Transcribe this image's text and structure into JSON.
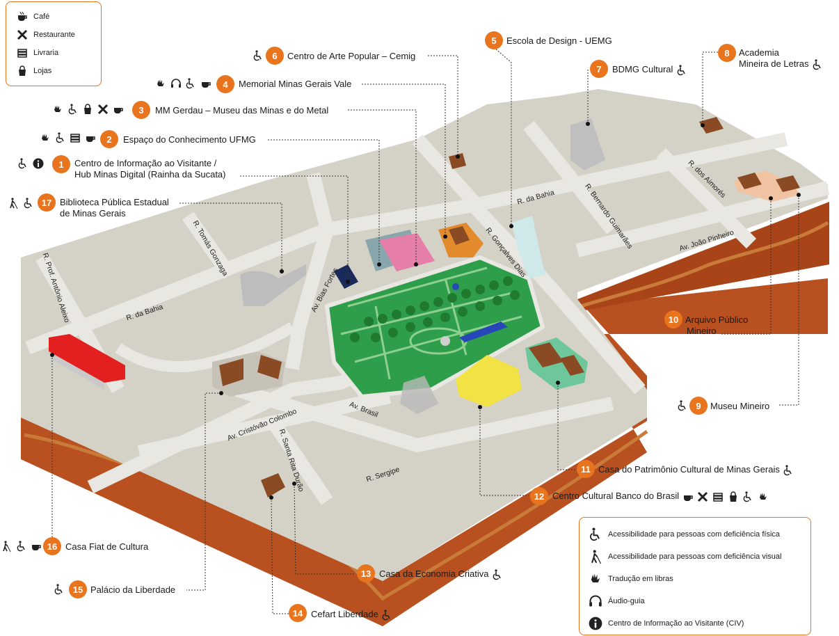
{
  "legend_top": {
    "items": [
      {
        "icon": "cafe-icon",
        "label": "Café"
      },
      {
        "icon": "restaurant-icon",
        "label": "Restaurante"
      },
      {
        "icon": "bookstore-icon",
        "label": "Livraria"
      },
      {
        "icon": "shop-icon",
        "label": "Lojas"
      }
    ]
  },
  "legend_bottom": {
    "items": [
      {
        "icon": "wheelchair-icon",
        "label": "Acessibilidade para pessoas com deficiência física"
      },
      {
        "icon": "visual-impairment-icon",
        "label": "Acessibilidade para pessoas com deficiência visual"
      },
      {
        "icon": "sign-language-icon",
        "label": "Tradução em libras"
      },
      {
        "icon": "headphones-icon",
        "label": "Áudio-guia"
      },
      {
        "icon": "info-icon",
        "label": "Centro de Informação ao Visitante (CIV)"
      }
    ]
  },
  "places": [
    {
      "n": "1",
      "line1": "Centro de Informação ao Visitante /",
      "line2": "Hub Minas Digital (Rainha da Sucata)",
      "icons": [
        "wheelchair-icon",
        "info-icon"
      ]
    },
    {
      "n": "2",
      "line1": "Espaço do Conhecimento UFMG",
      "line2": "",
      "icons": [
        "sign-language-icon",
        "wheelchair-icon",
        "bookstore-icon",
        "cafe-icon"
      ]
    },
    {
      "n": "3",
      "line1": "MM Gerdau – Museu das Minas e do Metal",
      "line2": "",
      "icons": [
        "sign-language-icon",
        "wheelchair-icon",
        "shop-icon",
        "restaurant-icon",
        "cafe-icon"
      ]
    },
    {
      "n": "4",
      "line1": "Memorial Minas Gerais Vale",
      "line2": "",
      "icons": [
        "sign-language-icon",
        "headphones-icon",
        "wheelchair-icon",
        "cafe-icon"
      ]
    },
    {
      "n": "5",
      "line1": "Escola de Design - UEMG",
      "line2": "",
      "icons": []
    },
    {
      "n": "6",
      "line1": "Centro de Arte Popular – Cemig",
      "line2": "",
      "icons": [
        "wheelchair-icon"
      ]
    },
    {
      "n": "7",
      "line1": "BDMG Cultural",
      "line2": "",
      "icons": [
        "wheelchair-icon"
      ]
    },
    {
      "n": "8",
      "line1": "Academia",
      "line2": "Mineira de Letras",
      "icons": [
        "wheelchair-icon"
      ]
    },
    {
      "n": "9",
      "line1": "Museu Mineiro",
      "line2": "",
      "icons": [
        "wheelchair-icon"
      ]
    },
    {
      "n": "10",
      "line1": "Arquivo Público",
      "line2": "Mineiro",
      "icons": []
    },
    {
      "n": "11",
      "line1": "Casa do Patrimônio Cultural de Minas Gerais",
      "line2": "",
      "icons": [
        "wheelchair-icon"
      ]
    },
    {
      "n": "12",
      "line1": "Centro Cultural Banco do Brasil",
      "line2": "",
      "icons": [
        "cafe-icon",
        "restaurant-icon",
        "bookstore-icon",
        "shop-icon",
        "wheelchair-icon",
        "sign-language-icon"
      ]
    },
    {
      "n": "13",
      "line1": "Casa da Economia Criativa",
      "line2": "",
      "icons": [
        "wheelchair-icon"
      ]
    },
    {
      "n": "14",
      "line1": "Cefart Liberdade",
      "line2": "",
      "icons": [
        "wheelchair-icon"
      ]
    },
    {
      "n": "15",
      "line1": "Palácio da Liberdade",
      "line2": "",
      "icons": [
        "wheelchair-icon"
      ]
    },
    {
      "n": "16",
      "line1": "Casa Fiat de Cultura",
      "line2": "",
      "icons": [
        "visual-impairment-icon",
        "wheelchair-icon",
        "cafe-icon"
      ]
    },
    {
      "n": "17",
      "line1": "Biblioteca Pública Estadual",
      "line2": "de Minas Gerais",
      "icons": [
        "visual-impairment-icon",
        "wheelchair-icon"
      ]
    }
  ],
  "streets": [
    "R. Prof. Antônio Aleixo",
    "R. Tomás Gonzaga",
    "R. da Bahia",
    "Av. Bias Fortes",
    "R. Gonçalves Dias",
    "R. da Bahia",
    "R. Bernardo Guimarães",
    "R. dos Aimorés",
    "Av. João Pinheiro",
    "Av. Cristóvão Colombo",
    "Av. Brasil",
    "R. Santa Rita Durão",
    "R. Sergipe"
  ],
  "colors": {
    "accent": "#e8741e",
    "ground": "#d4d1c7",
    "road": "#e9e7e1",
    "soil": "#b8501f",
    "park": "#2e9e4a"
  }
}
